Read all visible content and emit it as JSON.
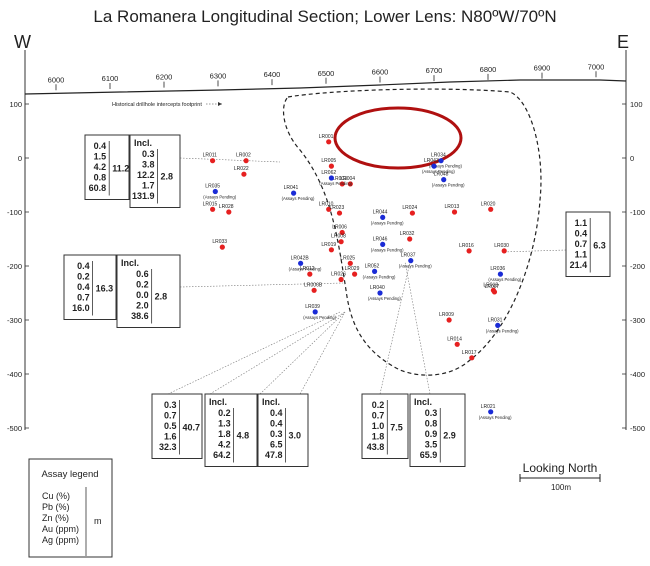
{
  "title": "La Romanera Longitudinal Section; Lower Lens: N80ºW/70ºN",
  "west_label": "W",
  "east_label": "E",
  "x_ticks": [
    "6000",
    "6100",
    "6200",
    "6300",
    "6400",
    "6500",
    "6600",
    "6700",
    "6800",
    "6900",
    "7000"
  ],
  "y_ticks_left": [
    "100",
    "0",
    "-100",
    "-200",
    "-300",
    "-400",
    "-500"
  ],
  "y_ticks_right": [
    "100",
    "0",
    "-100",
    "-200",
    "-300",
    "-400",
    "-500"
  ],
  "historical_label": "Historical drillhole intercepts footprint",
  "view_label": "Looking North",
  "scale_label": "100m",
  "assay_pending": "(Assays Pending)",
  "colors": {
    "assayed": "#e62020",
    "pending": "#1a2bd6",
    "ellipse": "#b01010"
  },
  "drillholes": [
    {
      "id": "LR001",
      "status": "assayed",
      "x": 6505,
      "z": 30
    },
    {
      "id": "LR002",
      "status": "assayed",
      "x": 6352,
      "z": -5
    },
    {
      "id": "LR003",
      "status": "assayed",
      "x": 6530,
      "z": -48
    },
    {
      "id": "LR004",
      "status": "assayed",
      "x": 6545,
      "z": -48
    },
    {
      "id": "LR005",
      "status": "assayed",
      "x": 6510,
      "z": -15
    },
    {
      "id": "LR006",
      "status": "assayed",
      "x": 6530,
      "z": -138
    },
    {
      "id": "LR007",
      "status": "assayed",
      "x": 6812,
      "z": -248
    },
    {
      "id": "LR008",
      "status": "assayed",
      "x": 6528,
      "z": -155
    },
    {
      "id": "LR009",
      "status": "assayed",
      "x": 6728,
      "z": -300
    },
    {
      "id": "LR010",
      "status": "assayed",
      "x": 6505,
      "z": -95
    },
    {
      "id": "LR011",
      "status": "assayed",
      "x": 6290,
      "z": -5
    },
    {
      "id": "LR012",
      "status": "assayed",
      "x": 6470,
      "z": -215
    },
    {
      "id": "LR013",
      "status": "assayed",
      "x": 6738,
      "z": -100
    },
    {
      "id": "LR014",
      "status": "assayed",
      "x": 6743,
      "z": -345
    },
    {
      "id": "LR015",
      "status": "assayed",
      "x": 6290,
      "z": -95
    },
    {
      "id": "LR016",
      "status": "assayed",
      "x": 6765,
      "z": -172
    },
    {
      "id": "LR017",
      "status": "assayed",
      "x": 6770,
      "z": -370
    },
    {
      "id": "LR018",
      "status": "assayed",
      "x": 6810,
      "z": -245
    },
    {
      "id": "LR019",
      "status": "assayed",
      "x": 6510,
      "z": -170
    },
    {
      "id": "LR020",
      "status": "assayed",
      "x": 6805,
      "z": -95
    },
    {
      "id": "LR021",
      "status": "pending",
      "x": 6805,
      "z": -470
    },
    {
      "id": "LR022",
      "status": "assayed",
      "x": 6348,
      "z": -30
    },
    {
      "id": "LR023",
      "status": "assayed",
      "x": 6525,
      "z": -102
    },
    {
      "id": "LR024",
      "status": "assayed",
      "x": 6660,
      "z": -102
    },
    {
      "id": "LR025",
      "status": "assayed",
      "x": 6545,
      "z": -195
    },
    {
      "id": "LR026",
      "status": "assayed",
      "x": 6528,
      "z": -225
    },
    {
      "id": "LR028",
      "status": "assayed",
      "x": 6320,
      "z": -100
    },
    {
      "id": "LR029",
      "status": "assayed",
      "x": 6553,
      "z": -215
    },
    {
      "id": "LR030",
      "status": "assayed",
      "x": 6830,
      "z": -172
    },
    {
      "id": "LR031",
      "status": "pending",
      "x": 6818,
      "z": -310
    },
    {
      "id": "LR032",
      "status": "assayed",
      "x": 6655,
      "z": -150
    },
    {
      "id": "LR033",
      "status": "assayed",
      "x": 6308,
      "z": -165
    },
    {
      "id": "LR034",
      "status": "pending",
      "x": 6713,
      "z": -5
    },
    {
      "id": "LR035",
      "status": "pending",
      "x": 6295,
      "z": -62
    },
    {
      "id": "LR036",
      "status": "pending",
      "x": 6823,
      "z": -215
    },
    {
      "id": "LR037",
      "status": "pending",
      "x": 6657,
      "z": -190
    },
    {
      "id": "LR039",
      "status": "pending",
      "x": 6480,
      "z": -285
    },
    {
      "id": "LR040",
      "status": "pending",
      "x": 6600,
      "z": -250
    },
    {
      "id": "LR041",
      "status": "pending",
      "x": 6440,
      "z": -65
    },
    {
      "id": "LR042B",
      "status": "pending",
      "x": 6453,
      "z": -195
    },
    {
      "id": "LR043",
      "status": "pending",
      "x": 6700,
      "z": -15
    },
    {
      "id": "LR044",
      "status": "pending",
      "x": 6605,
      "z": -110
    },
    {
      "id": "LR046",
      "status": "pending",
      "x": 6605,
      "z": -160
    },
    {
      "id": "LR048",
      "status": "pending",
      "x": 6718,
      "z": -40
    },
    {
      "id": "LR052",
      "status": "pending",
      "x": 6590,
      "z": -210
    },
    {
      "id": "LR062",
      "status": "pending",
      "x": 6510,
      "z": -37
    },
    {
      "id": "LR006B",
      "status": "assayed",
      "x": 6478,
      "z": -245
    }
  ],
  "intercept_boxes": [
    {
      "id": "b1",
      "main": [
        "0.4",
        "1.5",
        "4.2",
        "0.8",
        "60.8"
      ],
      "main_m": "11.2",
      "incl_title": "Incl.",
      "incl": [
        "0.3",
        "3.8",
        "12.2",
        "1.7",
        "131.9"
      ],
      "incl_m": "2.8"
    },
    {
      "id": "b2",
      "main": [
        "0.4",
        "0.2",
        "0.4",
        "0.7",
        "16.0"
      ],
      "main_m": "16.3",
      "incl_title": "Incl.",
      "incl": [
        "0.6",
        "0.2",
        "0.0",
        "2.0",
        "38.6"
      ],
      "incl_m": "2.8"
    },
    {
      "id": "b3",
      "main": [
        "1.1",
        "0.4",
        "0.7",
        "1.1",
        "21.4"
      ],
      "main_m": "6.3"
    },
    {
      "id": "b4",
      "main": [
        "0.3",
        "0.7",
        "0.5",
        "1.6",
        "32.3"
      ],
      "main_m": "40.7",
      "incl_title": "Incl.",
      "incl": [
        "0.2",
        "1.3",
        "1.8",
        "4.2",
        "64.2"
      ],
      "incl_m": "4.8",
      "incl2_title": "Incl.",
      "incl2": [
        "0.4",
        "0.4",
        "0.3",
        "6.5",
        "47.8"
      ],
      "incl2_m": "3.0"
    },
    {
      "id": "b5",
      "main": [
        "0.2",
        "0.7",
        "1.0",
        "1.8",
        "43.8"
      ],
      "main_m": "7.5",
      "incl_title": "Incl.",
      "incl": [
        "0.3",
        "0.8",
        "0.9",
        "3.5",
        "65.9"
      ],
      "incl_m": "2.9"
    }
  ],
  "legend": {
    "title": "Assay legend",
    "items": [
      "Cu (%)",
      "Pb (%)",
      "Zn (%)",
      "Au (ppm)",
      "Ag (ppm)"
    ],
    "unit": "m"
  }
}
